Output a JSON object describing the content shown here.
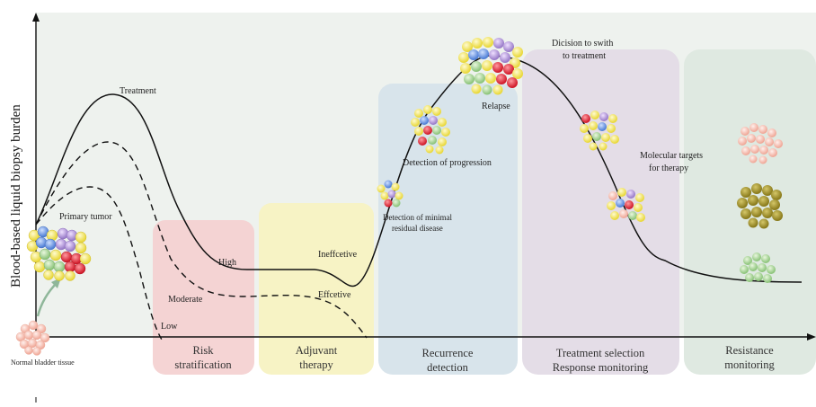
{
  "y_axis_label": "Blood-based liquid biopsy burden",
  "stages": [
    {
      "line1": "Risk",
      "line2": "stratification",
      "color": "#f4cfcf"
    },
    {
      "line1": "Adjuvant",
      "line2": "therapy",
      "color": "#f7f2c2"
    },
    {
      "line1": "Recurrence",
      "line2": "detection",
      "color": "#d6e3ea"
    },
    {
      "line1": "Treatment selection",
      "line2": "Response monitoring",
      "color": "#e3dbe6"
    },
    {
      "line1": "Resistance",
      "line2": "monitoring",
      "color": "#dde8df"
    }
  ],
  "annotations": {
    "treatment": "Treatment",
    "primary_tumor": "Primary tumor",
    "normal_tissue": "Normal bladder tissue",
    "high": "High",
    "moderate": "Moderate",
    "low": "Low",
    "ineffective": "Ineffcetive",
    "effective": "Effcetive",
    "mrd_line1": "Detection of minimal",
    "mrd_line2": "residual disease",
    "progression": "Detection of progression",
    "relapse": "Relapse",
    "decision_line1": "Dicision to swith",
    "decision_line2": "to treatment",
    "targets_line1": "Molecular targets",
    "targets_line2": "for therapy"
  },
  "colors": {
    "background_panel": "#eef2ee",
    "curve": "#111111",
    "arrow_green": "#8fb79a"
  }
}
